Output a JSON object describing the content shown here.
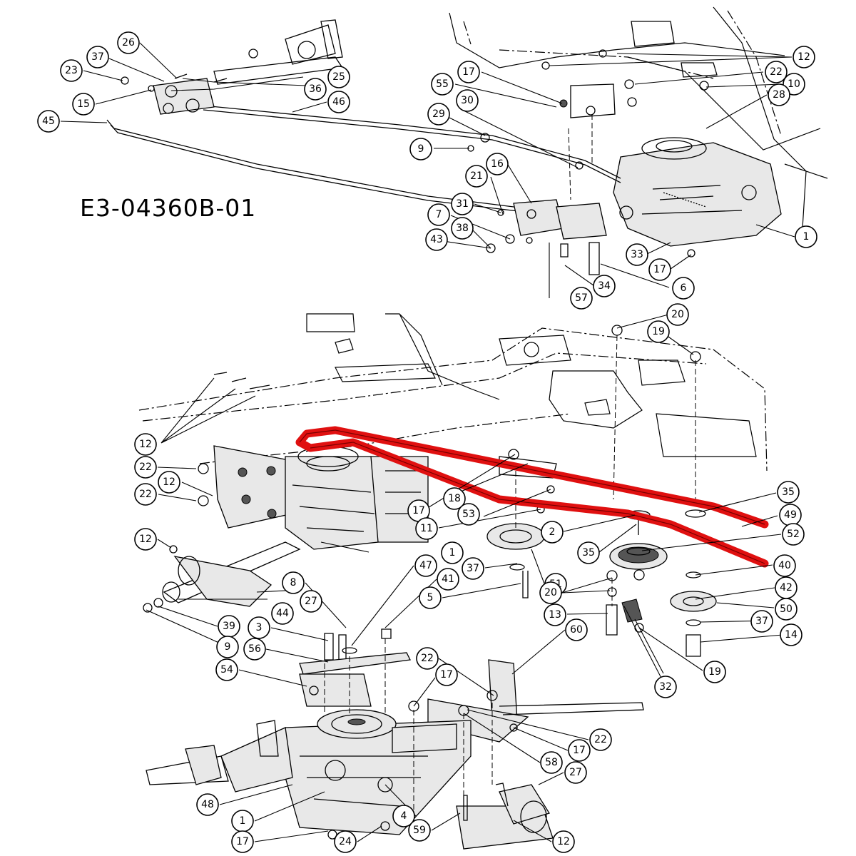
{
  "drawing_number": "E3-04360B-01",
  "colors": {
    "belt_highlight": "#e01010",
    "line": "#000000",
    "background": "#ffffff"
  },
  "callouts": [
    "26",
    "37",
    "23",
    "15",
    "36",
    "25",
    "46",
    "45",
    "9",
    "12",
    "17",
    "55",
    "30",
    "29",
    "22",
    "10",
    "28",
    "16",
    "21",
    "31",
    "7",
    "38",
    "43",
    "1",
    "33",
    "17",
    "6",
    "34",
    "57",
    "20",
    "19",
    "12",
    "22",
    "12",
    "22",
    "18",
    "17",
    "53",
    "11",
    "35",
    "49",
    "2",
    "52",
    "35",
    "40",
    "1",
    "12",
    "37",
    "47",
    "41",
    "51",
    "5",
    "42",
    "20",
    "50",
    "8",
    "3",
    "39",
    "9",
    "27",
    "44",
    "13",
    "37",
    "14",
    "60",
    "56",
    "22",
    "54",
    "17",
    "19",
    "32",
    "22",
    "17",
    "58",
    "27",
    "48",
    "1",
    "4",
    "17",
    "24",
    "59",
    "12"
  ]
}
